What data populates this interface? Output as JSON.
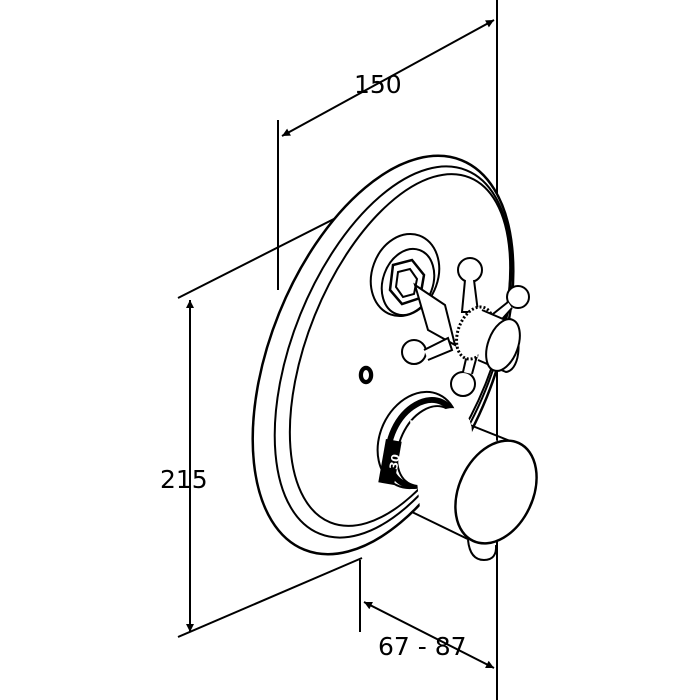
{
  "drawing": {
    "dimensions": {
      "width": "150",
      "height": "215",
      "depth": "67 - 87"
    },
    "scale_marking": "30",
    "colors": {
      "line": "#000000",
      "background": "#ffffff"
    }
  }
}
